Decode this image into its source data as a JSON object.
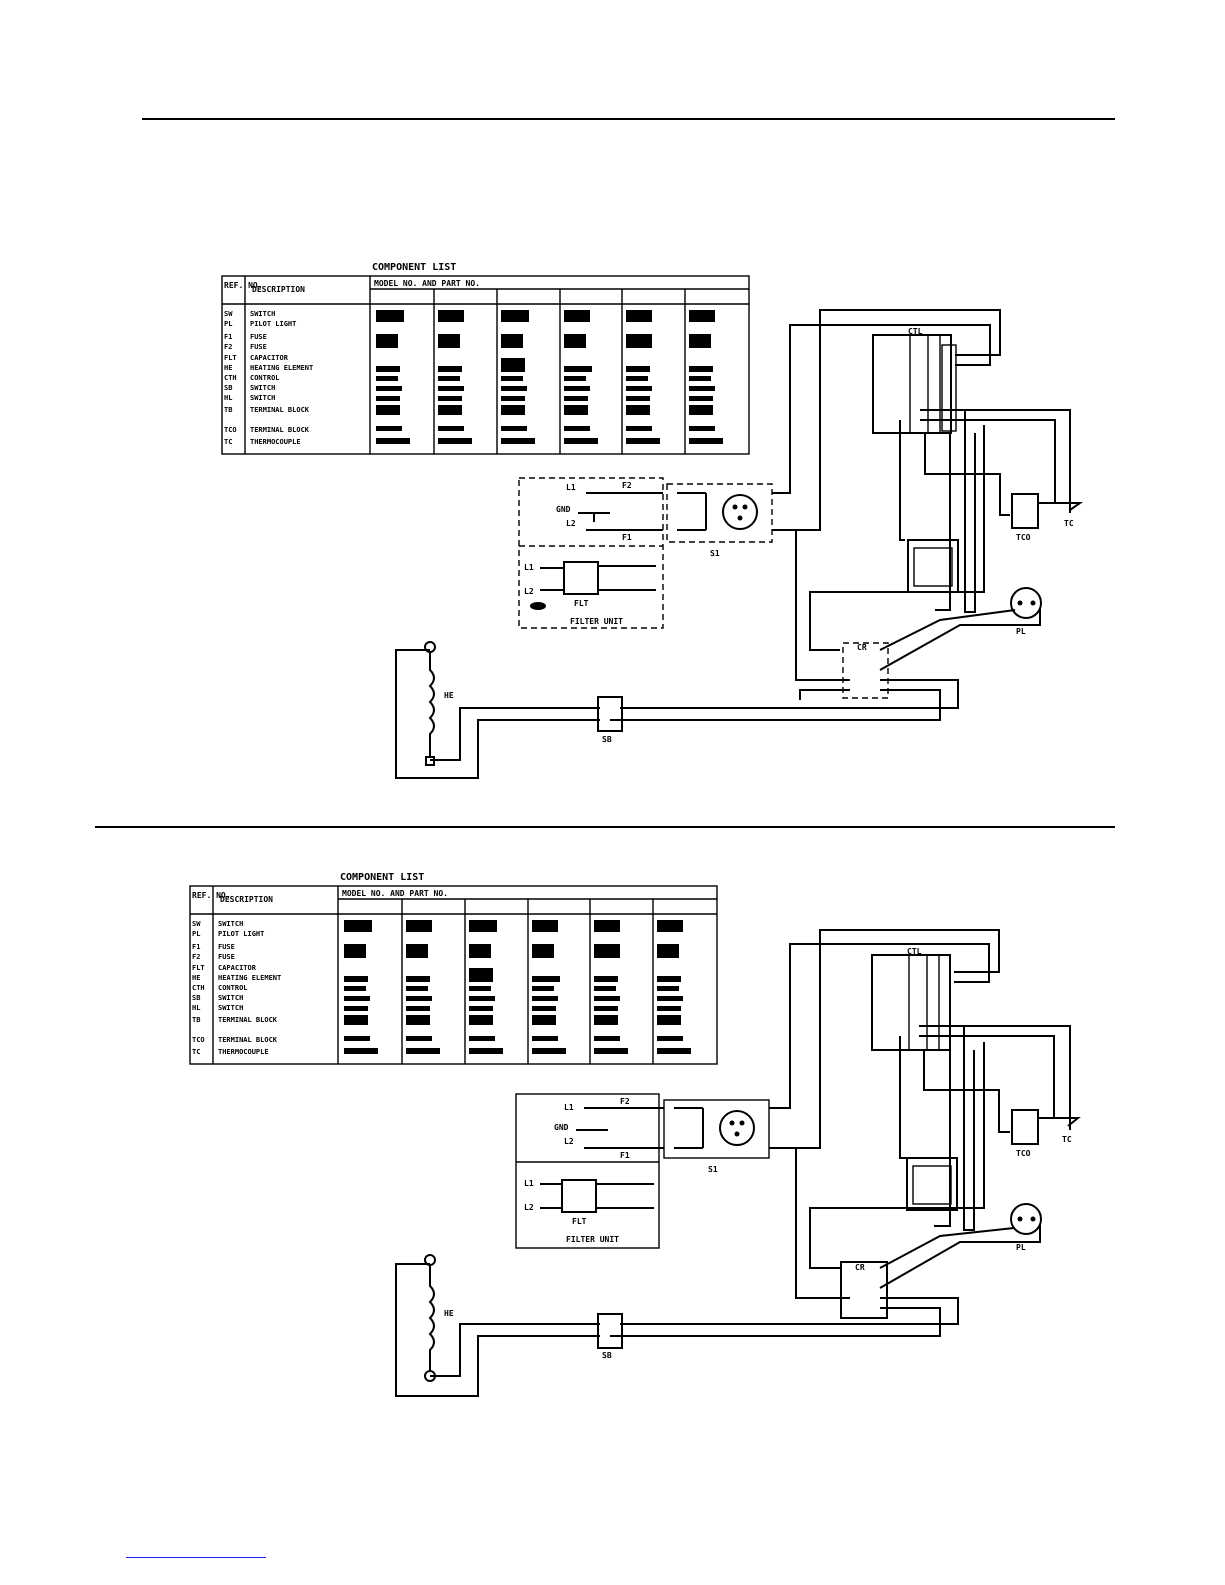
{
  "page": {
    "line_color": "#000000",
    "background": "#ffffff",
    "footer_link_color": "#1a1aff"
  },
  "diagrams": [
    {
      "table": {
        "title": "COMPONENT LIST",
        "col_item": "REF. NO.",
        "col_desc": "DESCRIPTION",
        "col_group": "MODEL NO. AND PART NO.",
        "models": [
          "",
          "",
          "",
          "",
          "",
          ""
        ],
        "items": [
          "SW",
          "PL",
          "F1",
          "F2",
          "FLT",
          "HE",
          "CTH",
          "SB",
          "HL",
          "TB",
          "TCO",
          "TC"
        ],
        "descriptions": [
          "SWITCH",
          "PILOT LIGHT",
          "FUSE",
          "FUSE",
          "CAPACITOR",
          "HEATING ELEMENT",
          "CONTROL",
          "SWITCH",
          "SWITCH",
          "TERMINAL BLOCK",
          "TERMINAL BLOCK",
          "THERMOCOUPLE"
        ]
      },
      "labels": {
        "l1": "L1",
        "gnd": "GND",
        "l2": "L2",
        "f1": "F1",
        "f2": "F2",
        "sw1": "S1",
        "filter_l1": "L1",
        "filter_l2": "L2",
        "filter": "FLT",
        "filter_unit": "FILTER UNIT",
        "heater": "HE",
        "tco": "TCO",
        "tc": "TC",
        "ctl": "CTL",
        "pl": "PL",
        "sb": "SB",
        "relay": "CR"
      }
    },
    {
      "table": {
        "title": "COMPONENT LIST",
        "col_item": "REF. NO.",
        "col_desc": "DESCRIPTION",
        "col_group": "MODEL NO. AND PART NO.",
        "models": [
          "",
          "",
          "",
          "",
          "",
          ""
        ],
        "items": [
          "SW",
          "PL",
          "F1",
          "F2",
          "FLT",
          "HE",
          "CTH",
          "SB",
          "HL",
          "TB",
          "TCO",
          "TC"
        ],
        "descriptions": [
          "SWITCH",
          "PILOT LIGHT",
          "FUSE",
          "FUSE",
          "CAPACITOR",
          "HEATING ELEMENT",
          "CONTROL",
          "SWITCH",
          "SWITCH",
          "TERMINAL BLOCK",
          "TERMINAL BLOCK",
          "THERMOCOUPLE"
        ]
      },
      "labels": {
        "l1": "L1",
        "gnd": "GND",
        "l2": "L2",
        "f1": "F1",
        "f2": "F2",
        "sw1": "S1",
        "filter_l1": "L1",
        "filter_l2": "L2",
        "filter": "FLT",
        "filter_unit": "FILTER UNIT",
        "heater": "HE",
        "tco": "TCO",
        "tc": "TC",
        "ctl": "CTL",
        "pl": "PL",
        "sb": "SB",
        "relay": "CR"
      }
    }
  ]
}
